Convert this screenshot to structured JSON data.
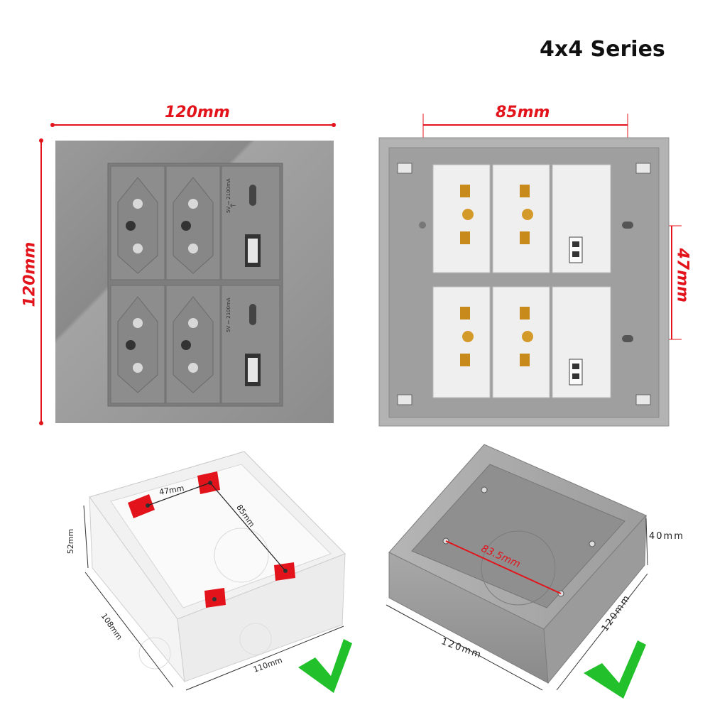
{
  "title": "4x4 Series",
  "front": {
    "width_label": "120mm",
    "height_label": "120mm",
    "usb_c_rating": "5V ⎓ 2100mA"
  },
  "back": {
    "width_label": "85mm",
    "height_label": "47mm"
  },
  "plastic_box": {
    "label_47": "47mm",
    "label_85": "85mm",
    "label_52": "52mm",
    "label_108": "108mm",
    "label_110": "110mm"
  },
  "metal_box": {
    "label_diag": "83.5mm",
    "label_depth": "40mm",
    "label_width": "120mm",
    "label_length": "120mm"
  },
  "colors": {
    "accent": "#e3131b",
    "check": "#22c02a",
    "panel": "#8e8e8e"
  }
}
